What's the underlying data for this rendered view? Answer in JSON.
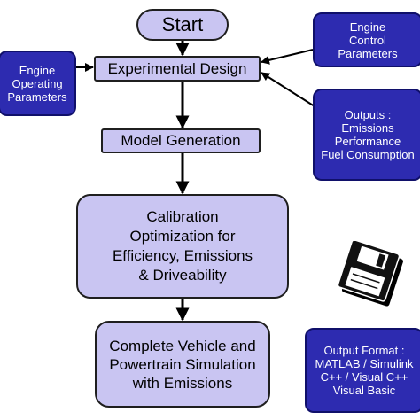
{
  "flowchart": {
    "start": "Start",
    "experimental_design": "Experimental Design",
    "model_generation": "Model Generation",
    "calibration": {
      "lines": [
        "Calibration",
        "Optimization for",
        "Efficiency, Emissions",
        "& Driveability"
      ]
    },
    "vehicle_simulation": {
      "lines": [
        "Complete Vehicle and",
        "Powertrain Simulation",
        "with Emissions"
      ]
    }
  },
  "side_inputs": {
    "engine_operating_parameters": {
      "lines": [
        "Engine",
        "Operating",
        "Parameters"
      ]
    },
    "engine_control_parameters": {
      "lines": [
        "Engine",
        "Control",
        "Parameters"
      ]
    },
    "outputs": {
      "lines": [
        "Outputs :",
        "Emissions",
        "Performance",
        "Fuel Consumption"
      ]
    }
  },
  "output_format": {
    "lines": [
      "Output Format :",
      "MATLAB / Simulink",
      "C++ / Visual C++",
      "Visual Basic"
    ]
  },
  "icons": {
    "save": "floppy-disk-icon"
  },
  "colors": {
    "process_fill": "#c9c5f2",
    "input_fill": "#2d2bb0",
    "arrow": "#000000"
  }
}
